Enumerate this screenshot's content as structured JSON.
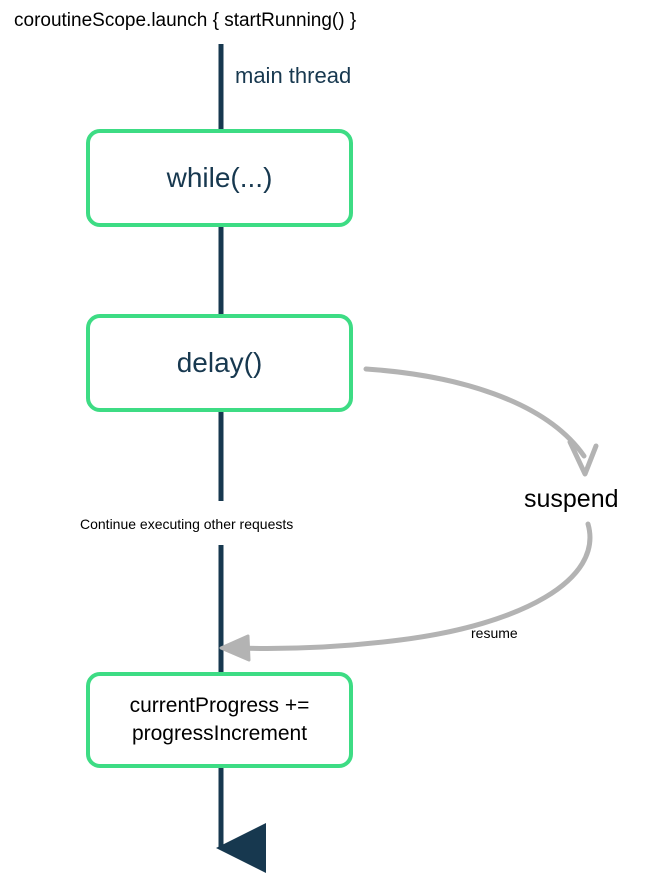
{
  "diagram": {
    "title": "coroutineScope.launch { startRunning() }",
    "thread_label": "main thread",
    "nodes": [
      {
        "id": "while",
        "label": "while(...)"
      },
      {
        "id": "delay",
        "label": "delay()"
      },
      {
        "id": "progress",
        "label_line1": "currentProgress +=",
        "label_line2": "progressIncrement"
      }
    ],
    "annotations": {
      "continue_note": "Continue executing other requests",
      "suspend": "suspend",
      "resume": "resume"
    },
    "colors": {
      "node_border": "#3ddc84",
      "thread_line": "#17384f",
      "curve_arrow": "#b3b3b3",
      "node_text": "#17384f",
      "plain_text": "#000000",
      "background": "#ffffff"
    }
  }
}
